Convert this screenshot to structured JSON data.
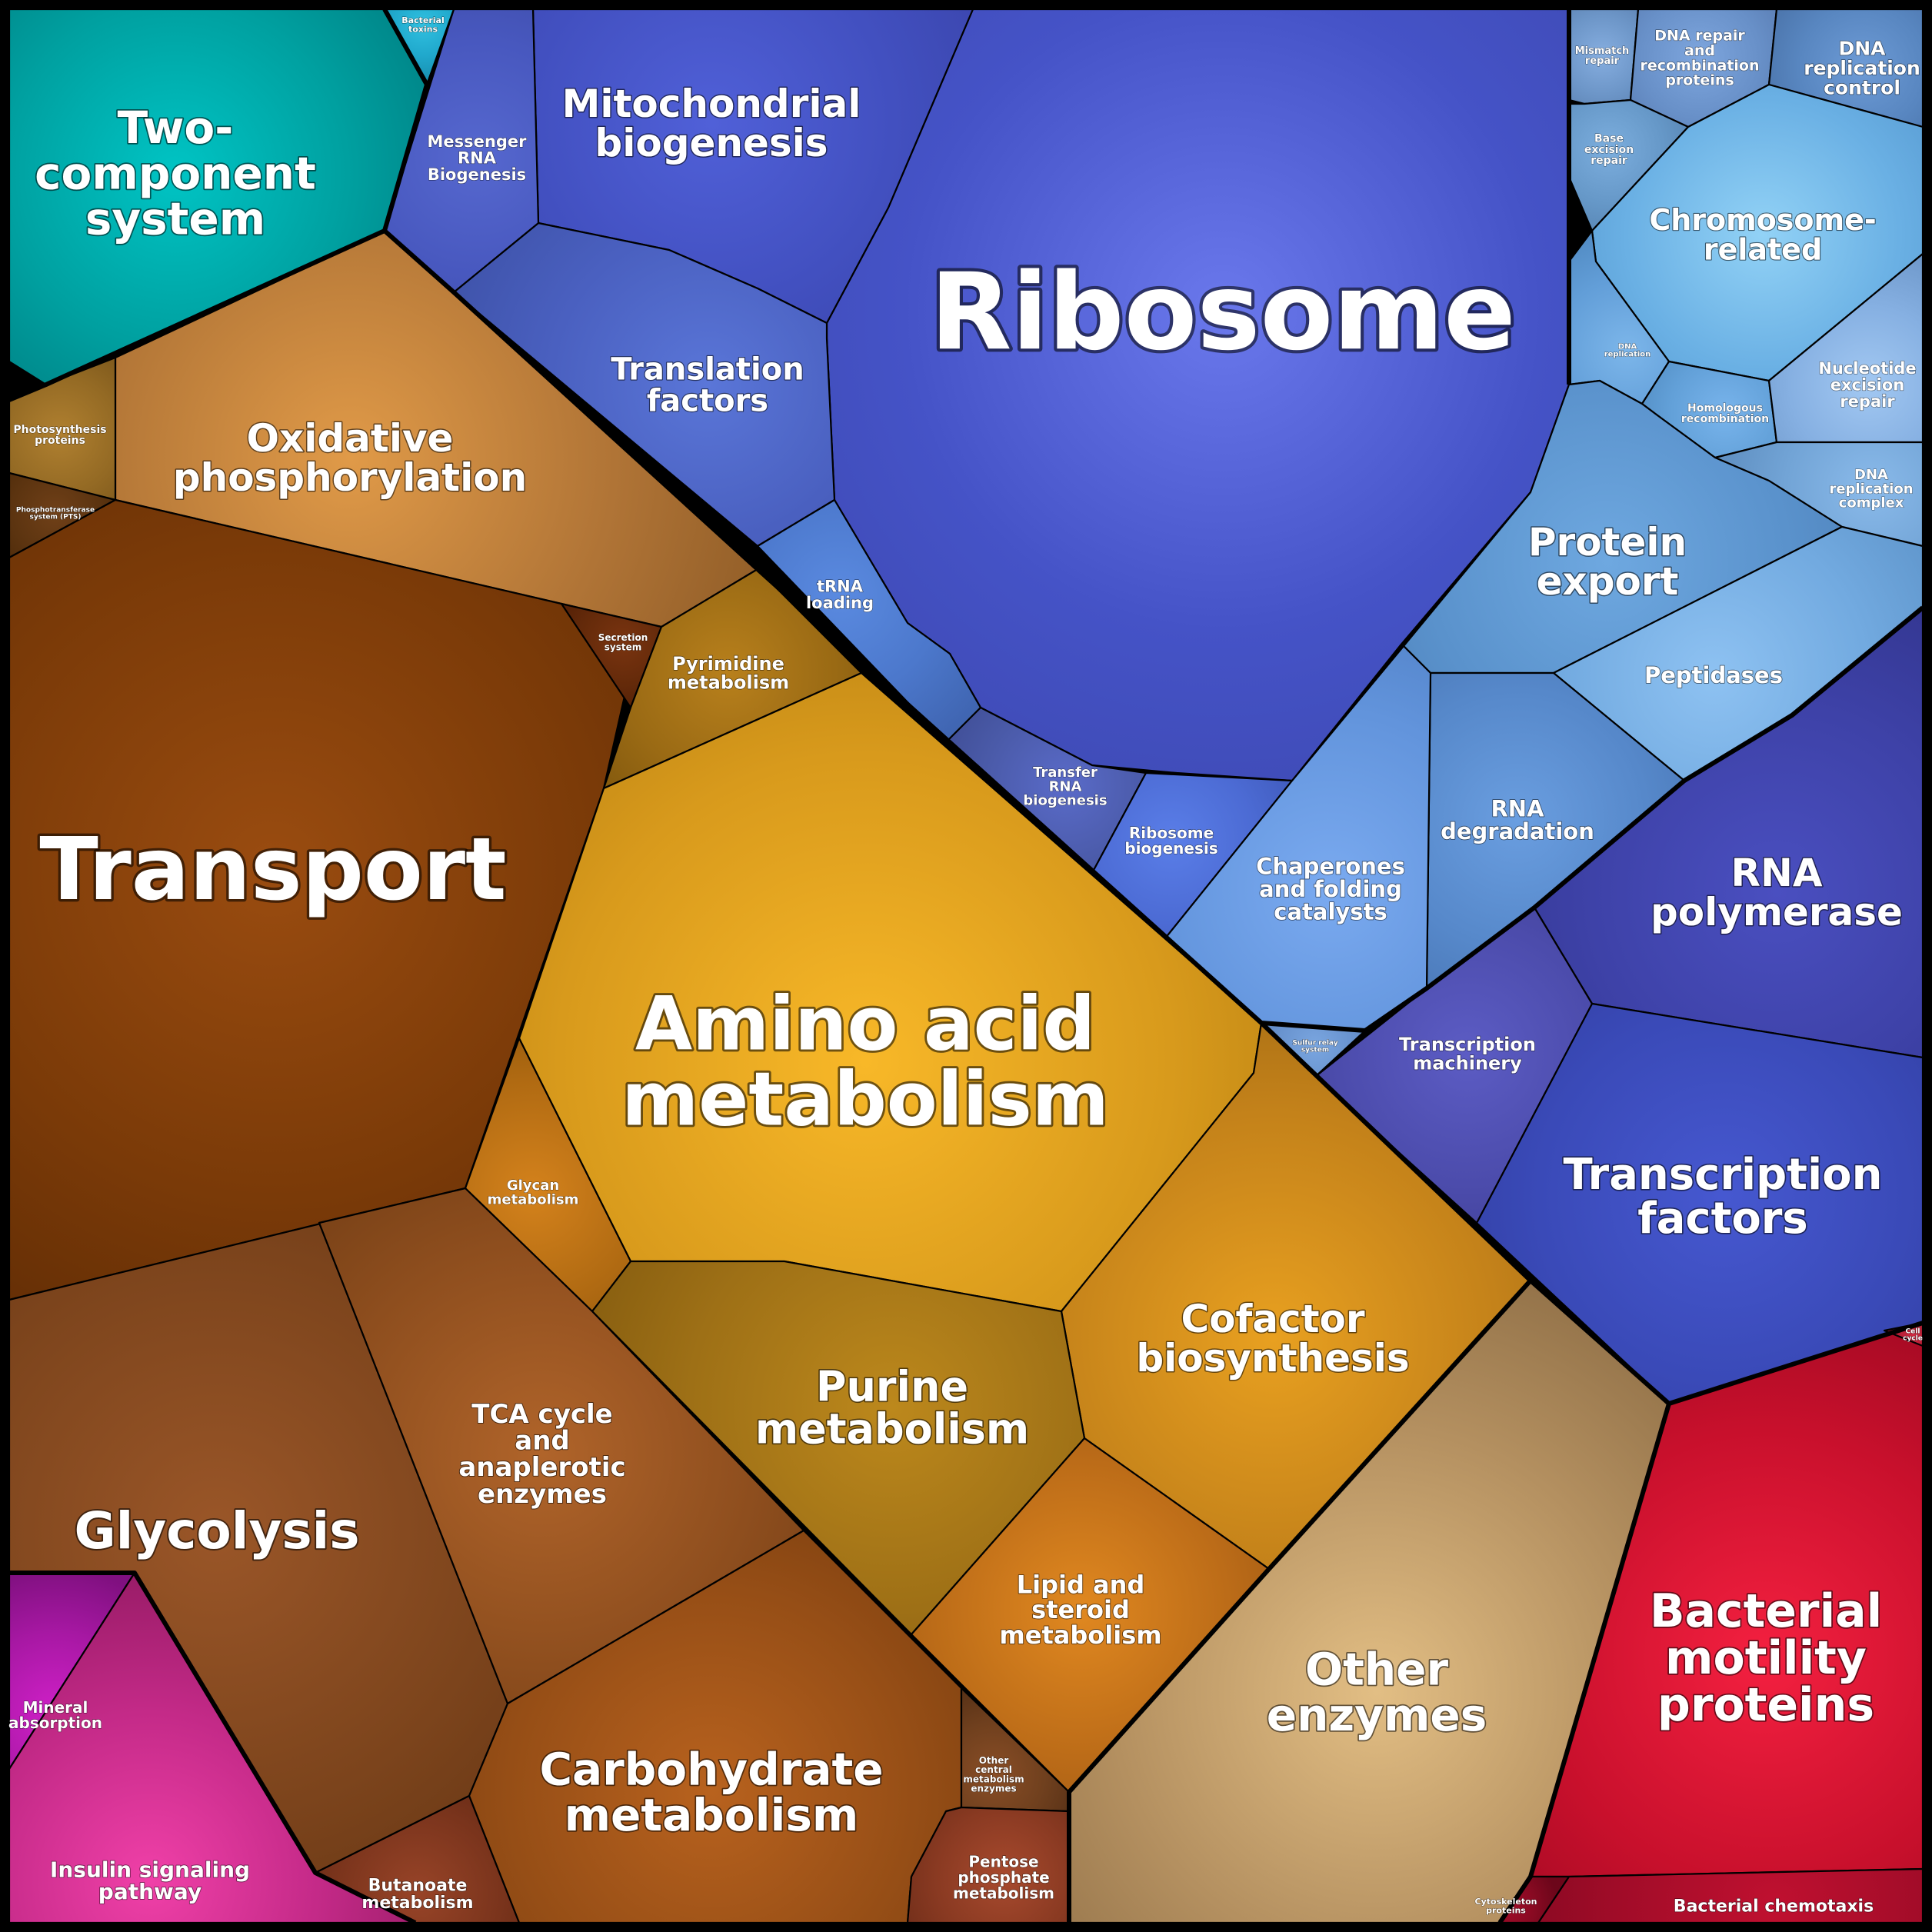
{
  "treemap": {
    "groups": [
      {
        "key": "genetic",
        "color": "#4a5fd0"
      },
      {
        "key": "replication",
        "color": "#6aa8e0"
      },
      {
        "key": "metabolism",
        "color": "#d9901f"
      },
      {
        "key": "signaling",
        "color": "#d01040"
      },
      {
        "key": "other",
        "color": "#b08850"
      }
    ],
    "cells": [
      {
        "id": "ribosome",
        "label": [
          "Ribosome"
        ],
        "group": "genetic"
      },
      {
        "id": "mitochondrial-biogenesis",
        "label": [
          "Mitochondrial",
          "biogenesis"
        ],
        "group": "genetic"
      },
      {
        "id": "translation-factors",
        "label": [
          "Translation",
          "factors"
        ],
        "group": "genetic"
      },
      {
        "id": "messenger-rna-biogenesis",
        "label": [
          "Messenger",
          "RNA",
          "Biogenesis"
        ],
        "group": "genetic"
      },
      {
        "id": "trna-loading",
        "label": [
          "tRNA",
          "loading"
        ],
        "group": "genetic"
      },
      {
        "id": "transfer-rna-biogenesis",
        "label": [
          "Transfer",
          "RNA",
          "biogenesis"
        ],
        "group": "genetic"
      },
      {
        "id": "ribosome-biogenesis",
        "label": [
          "Ribosome",
          "biogenesis"
        ],
        "group": "genetic"
      },
      {
        "id": "rna-polymerase",
        "label": [
          "RNA",
          "polymerase"
        ],
        "group": "genetic"
      },
      {
        "id": "transcription-factors",
        "label": [
          "Transcription",
          "factors"
        ],
        "group": "genetic"
      },
      {
        "id": "transcription-machinery",
        "label": [
          "Transcription",
          "machinery"
        ],
        "group": "genetic"
      },
      {
        "id": "mismatch-repair",
        "label": [
          "Mismatch",
          "repair"
        ],
        "group": "replication"
      },
      {
        "id": "dna-repair-recombination",
        "label": [
          "DNA repair",
          "and",
          "recombination",
          "proteins"
        ],
        "group": "replication"
      },
      {
        "id": "dna-replication-control",
        "label": [
          "DNA",
          "replication",
          "control"
        ],
        "group": "replication"
      },
      {
        "id": "base-excision-repair",
        "label": [
          "Base",
          "excision",
          "repair"
        ],
        "group": "replication"
      },
      {
        "id": "chromosome-related",
        "label": [
          "Chromosome-",
          "related"
        ],
        "group": "replication"
      },
      {
        "id": "dna-replication",
        "label": [
          "DNA",
          "replication"
        ],
        "group": "replication"
      },
      {
        "id": "homologous-recombination",
        "label": [
          "Homologous",
          "recombination"
        ],
        "group": "replication"
      },
      {
        "id": "nucleotide-excision-repair",
        "label": [
          "Nucleotide",
          "excision",
          "repair"
        ],
        "group": "replication"
      },
      {
        "id": "dna-replication-complex",
        "label": [
          "DNA",
          "replication",
          "complex"
        ],
        "group": "replication"
      },
      {
        "id": "protein-export",
        "label": [
          "Protein",
          "export"
        ],
        "group": "replication"
      },
      {
        "id": "peptidases",
        "label": [
          "Peptidases"
        ],
        "group": "replication"
      },
      {
        "id": "rna-degradation",
        "label": [
          "RNA",
          "degradation"
        ],
        "group": "replication"
      },
      {
        "id": "chaperones",
        "label": [
          "Chaperones",
          "and folding",
          "catalysts"
        ],
        "group": "replication"
      },
      {
        "id": "sulfur-relay-system",
        "label": [
          "Sulfur relay",
          "system"
        ],
        "group": "replication"
      },
      {
        "id": "two-component-system",
        "label": [
          "Two-",
          "component",
          "system"
        ],
        "group": "signaling"
      },
      {
        "id": "bacterial-toxins",
        "label": [
          "Bacterial",
          "toxins"
        ],
        "group": "signaling"
      },
      {
        "id": "oxidative-phosphorylation",
        "label": [
          "Oxidative",
          "phosphorylation"
        ],
        "group": "metabolism"
      },
      {
        "id": "photosynthesis-proteins",
        "label": [
          "Photosynthesis",
          "proteins"
        ],
        "group": "metabolism"
      },
      {
        "id": "phosphotransferase-system",
        "label": [
          "Phosphotransferase",
          "system (PTS)"
        ],
        "group": "metabolism"
      },
      {
        "id": "transport",
        "label": [
          "Transport"
        ],
        "group": "metabolism"
      },
      {
        "id": "secretion-system",
        "label": [
          "Secretion",
          "system"
        ],
        "group": "metabolism"
      },
      {
        "id": "pyrimidine-metabolism",
        "label": [
          "Pyrimidine",
          "metabolism"
        ],
        "group": "metabolism"
      },
      {
        "id": "amino-acid-metabolism",
        "label": [
          "Amino acid",
          "metabolism"
        ],
        "group": "metabolism"
      },
      {
        "id": "glycan-metabolism",
        "label": [
          "Glycan",
          "metabolism"
        ],
        "group": "metabolism"
      },
      {
        "id": "cofactor-biosynthesis",
        "label": [
          "Cofactor",
          "biosynthesis"
        ],
        "group": "metabolism"
      },
      {
        "id": "purine-metabolism",
        "label": [
          "Purine",
          "metabolism"
        ],
        "group": "metabolism"
      },
      {
        "id": "lipid-steroid-metabolism",
        "label": [
          "Lipid and",
          "steroid",
          "metabolism"
        ],
        "group": "metabolism"
      },
      {
        "id": "glycolysis",
        "label": [
          "Glycolysis"
        ],
        "group": "metabolism"
      },
      {
        "id": "tca-cycle",
        "label": [
          "TCA cycle",
          "and",
          "anaplerotic",
          "enzymes"
        ],
        "group": "metabolism"
      },
      {
        "id": "carbohydrate-metabolism",
        "label": [
          "Carbohydrate",
          "metabolism"
        ],
        "group": "metabolism"
      },
      {
        "id": "butanoate-metabolism",
        "label": [
          "Butanoate",
          "metabolism"
        ],
        "group": "metabolism"
      },
      {
        "id": "other-central-metabolism",
        "label": [
          "Other",
          "central",
          "metabolism",
          "enzymes"
        ],
        "group": "metabolism"
      },
      {
        "id": "pentose-phosphate-metabolism",
        "label": [
          "Pentose",
          "phosphate",
          "metabolism"
        ],
        "group": "metabolism"
      },
      {
        "id": "mineral-absorption",
        "label": [
          "Mineral",
          "absorption"
        ],
        "group": "signaling"
      },
      {
        "id": "insulin-signaling-pathway",
        "label": [
          "Insulin signaling",
          "pathway"
        ],
        "group": "signaling"
      },
      {
        "id": "other-enzymes",
        "label": [
          "Other",
          "enzymes"
        ],
        "group": "other"
      },
      {
        "id": "bacterial-motility-proteins",
        "label": [
          "Bacterial",
          "motility",
          "proteins"
        ],
        "group": "signaling"
      },
      {
        "id": "bacterial-chemotaxis",
        "label": [
          "Bacterial chemotaxis"
        ],
        "group": "signaling"
      },
      {
        "id": "cytoskeleton-proteins",
        "label": [
          "Cytoskeleton",
          "proteins"
        ],
        "group": "signaling"
      },
      {
        "id": "cell-cycle",
        "label": [
          "Cell",
          "cycle"
        ],
        "group": "signaling"
      }
    ]
  }
}
